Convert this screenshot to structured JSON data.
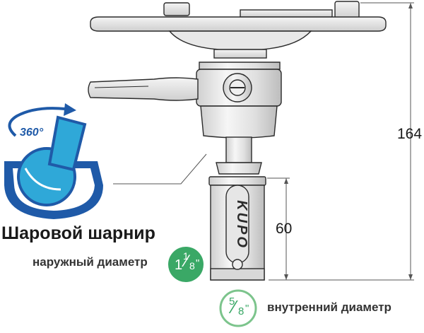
{
  "colors": {
    "line": "#2b2b2b",
    "dim_line": "#555555",
    "metal_light": "#f2f2f2",
    "metal_mid": "#dcdcdc",
    "icon_blue": "#1f5aa8",
    "icon_light_blue": "#2fa8d8",
    "outer_circle": "#3aa866",
    "inner_circle": "#7cc48c",
    "text": "#1a1a1a"
  },
  "dimensions": {
    "total_height": "164",
    "lower_height": "60"
  },
  "ball_joint": {
    "title": "Шаровой шарнир",
    "rotation": "360°"
  },
  "outer_diameter": {
    "label": "наружный диаметр",
    "whole": "1",
    "numerator": "1",
    "denominator": "8",
    "unit": "\""
  },
  "inner_diameter": {
    "label": "внутренний диаметр",
    "numerator": "5",
    "denominator": "8",
    "unit": "\""
  },
  "brand_text": "KUPO"
}
